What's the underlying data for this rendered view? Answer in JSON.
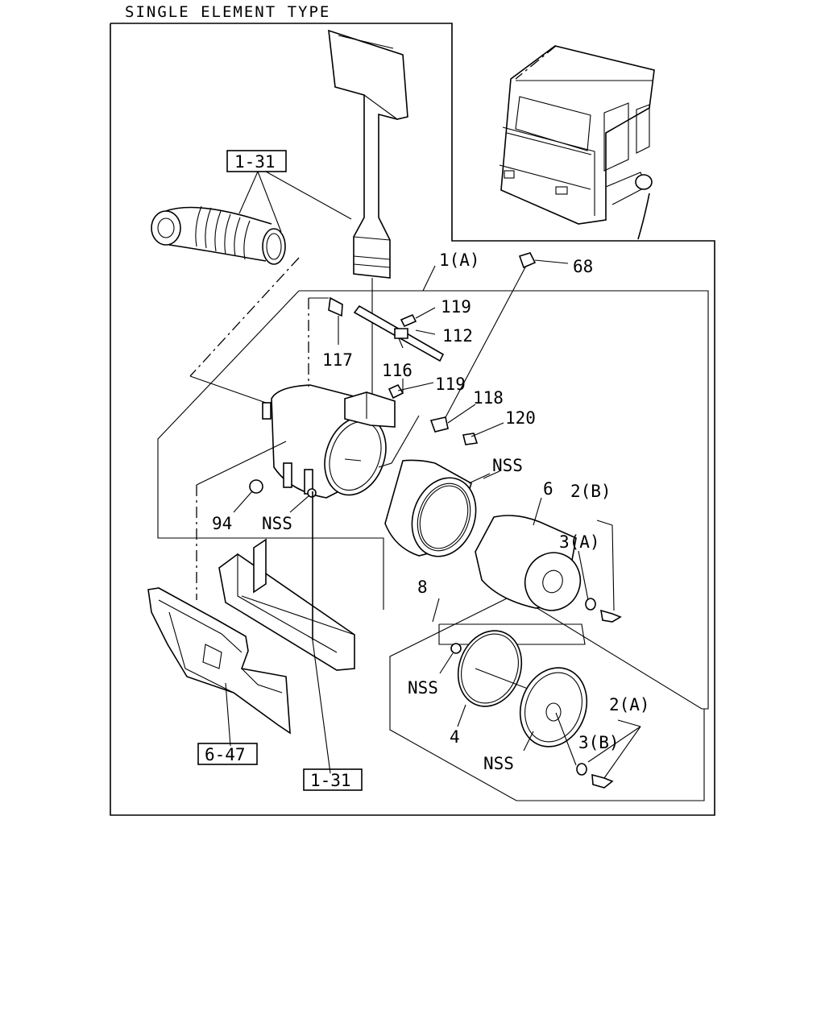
{
  "title": "SINGLE ELEMENT TYPE",
  "labels": {
    "ref_top": "1-31",
    "ref_bottom": "1-31",
    "ref_left": "6-47",
    "p1a": "1(A)",
    "p68": "68",
    "p119a": "119",
    "p112": "112",
    "p117": "117",
    "p116": "116",
    "p119b": "119",
    "p118": "118",
    "p120": "120",
    "nss1": "NSS",
    "p6": "6",
    "p2b": "2(B)",
    "p3a": "3(A)",
    "p94": "94",
    "nss2": "NSS",
    "p8": "8",
    "nss3": "NSS",
    "p4": "4",
    "nss4": "NSS",
    "p2a": "2(A)",
    "p3b": "3(B)"
  }
}
